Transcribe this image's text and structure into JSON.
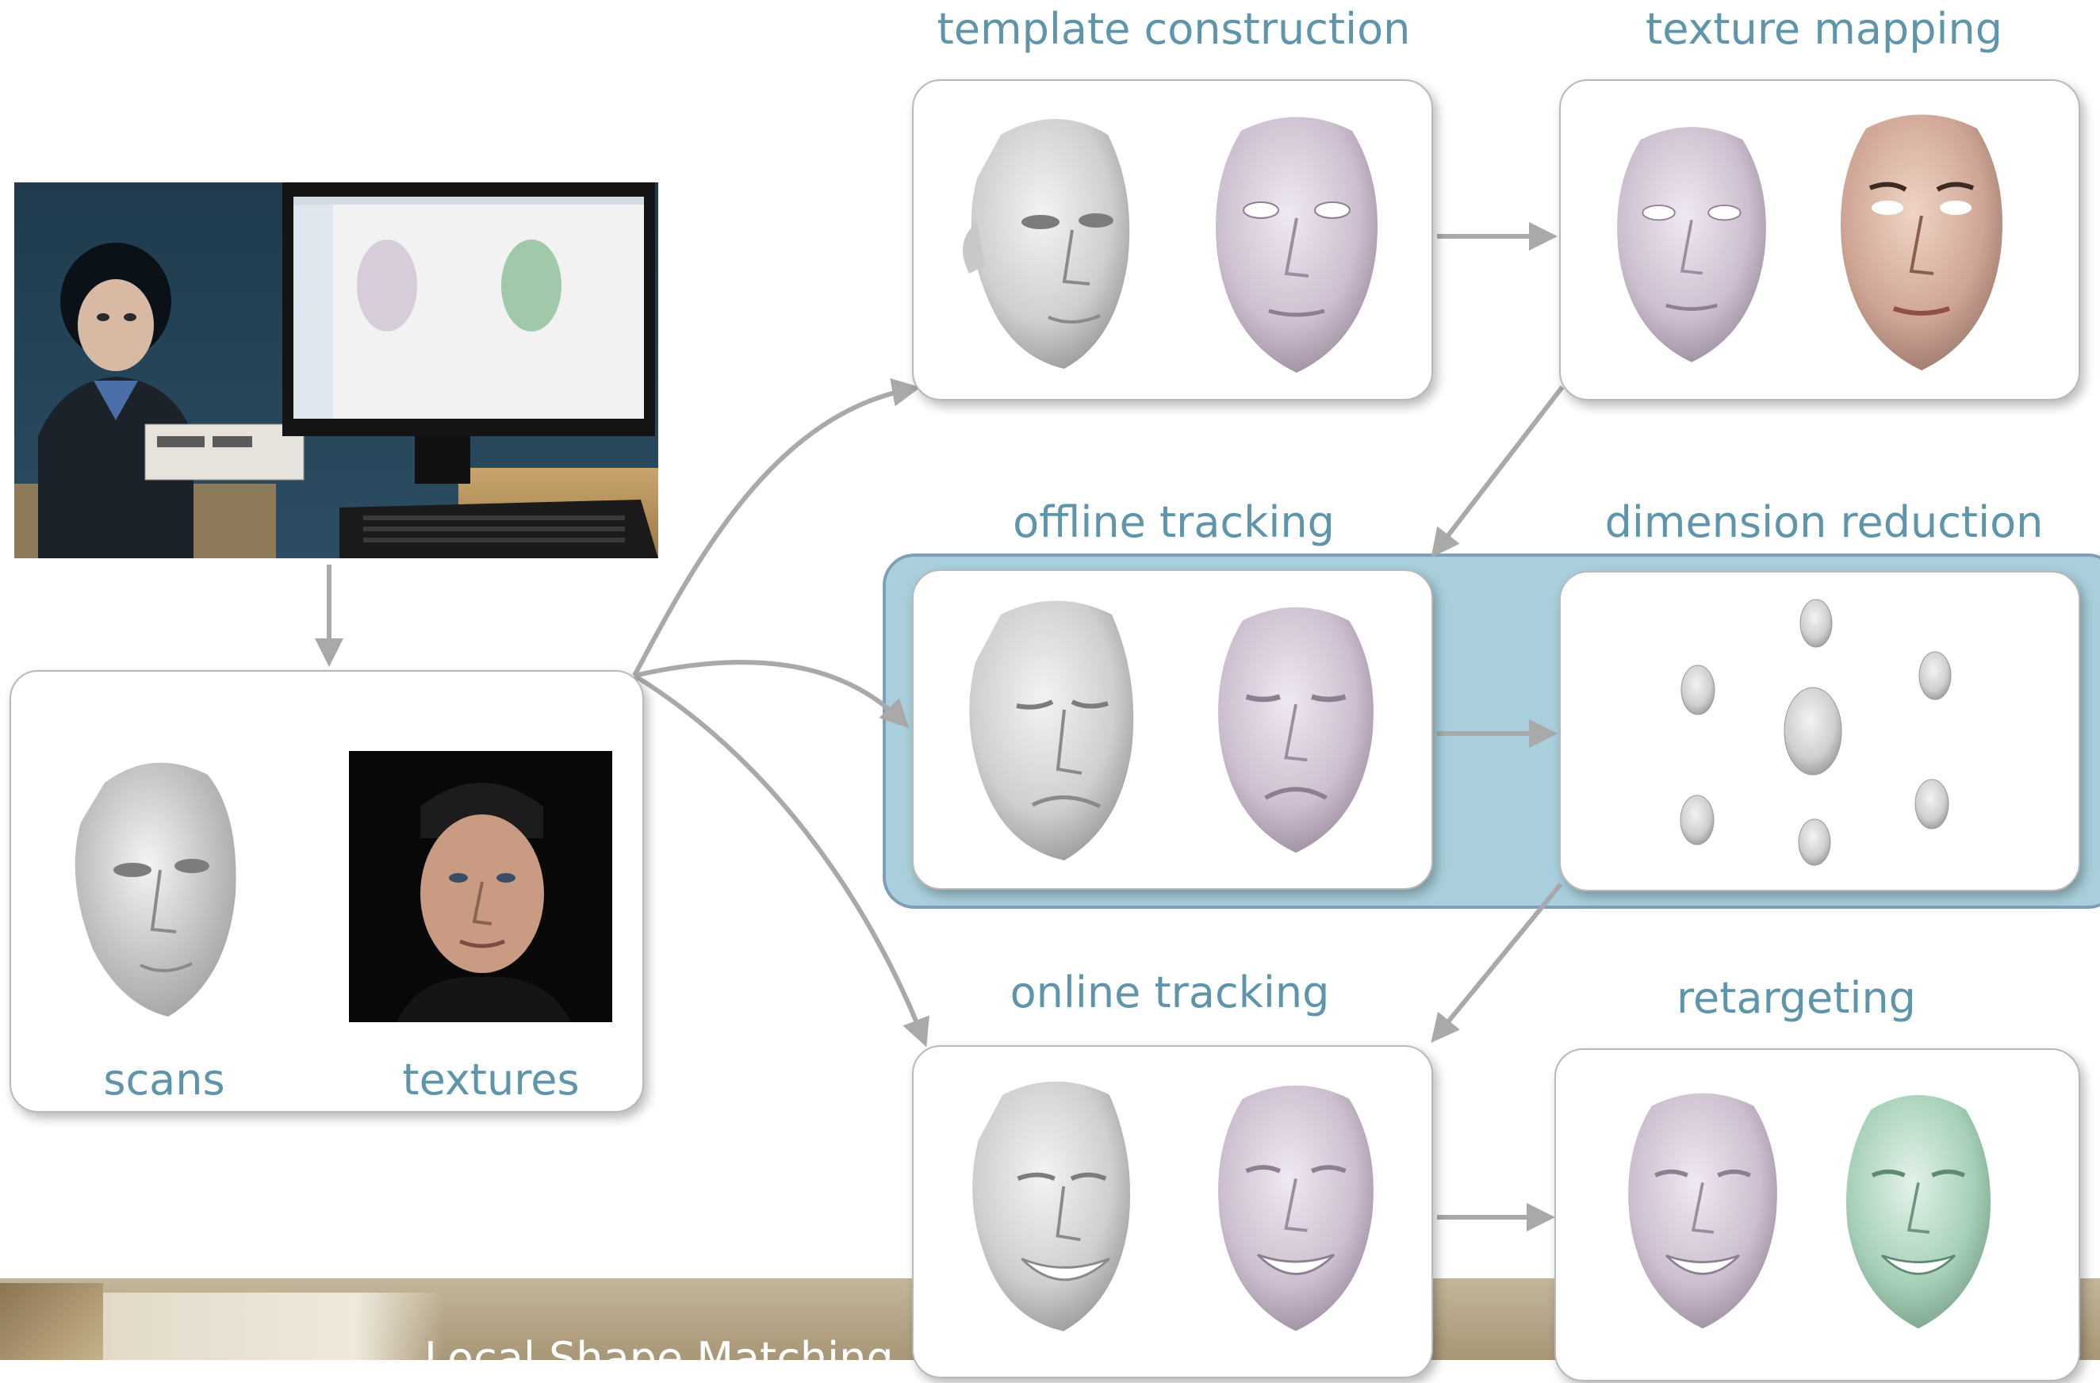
{
  "stages": {
    "template_construction": "template construction",
    "texture_mapping": "texture mapping",
    "offline_tracking": "offline tracking",
    "dimension_reduction": "dimension reduction",
    "online_tracking": "online tracking",
    "retargeting": "retargeting"
  },
  "inputs": {
    "scans_label": "scans",
    "textures_label": "textures"
  },
  "footer": {
    "title": "Local Shape Matching"
  },
  "colors": {
    "label_blue": "#5e95ab",
    "highlight_band": "#a8cfdb",
    "band_border": "#7d9fb7",
    "arrow_gray": "#a9a9a9",
    "face_purple": "#cdbfd0",
    "face_green": "#a6d0b8",
    "scan_gray": "#d4d4d4"
  }
}
